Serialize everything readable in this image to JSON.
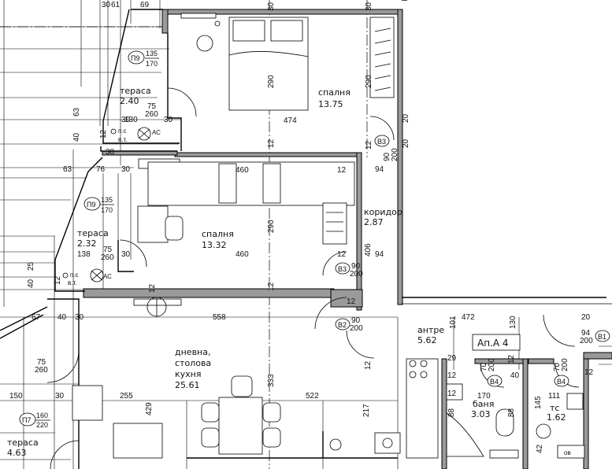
{
  "rooms": {
    "bedroom_top": {
      "name": "спалня",
      "area": "13.75"
    },
    "bedroom_mid": {
      "name": "спалня",
      "area": "13.32"
    },
    "corridor": {
      "name": "коридор",
      "area": "2.87"
    },
    "living": {
      "name_1": "дневна,",
      "name_2": "столова",
      "name_3": "кухня",
      "area": "25.61"
    },
    "entrance": {
      "name": "антре",
      "area": "5.62"
    },
    "bathroom": {
      "name": "баня",
      "area": "3.03"
    },
    "wc": {
      "name": "тс",
      "area": "1.62"
    },
    "terrace_1": {
      "name": "тераса",
      "area": "2.40"
    },
    "terrace_2": {
      "name": "тераса",
      "area": "2.32"
    },
    "terrace_3": {
      "name": "тераса",
      "area": "4.63"
    }
  },
  "apartment_label": "Ап.А 4",
  "door_tags": {
    "p9_top": {
      "id": "П9",
      "w": "135",
      "h": "170"
    },
    "p9_mid": {
      "id": "П9",
      "w": "135",
      "h": "170"
    },
    "p7": {
      "id": "П7",
      "w": "160",
      "h": "220"
    },
    "v3_top": "В3",
    "v3_mid": "В3",
    "v2": "В2",
    "v4_a": "В4",
    "v4_b": "В4",
    "v1": "В1"
  },
  "vent_labels": {
    "ps": "п.с",
    "ac": "АС",
    "vt": "в.т.",
    "ov": "ов"
  },
  "dimensions": {
    "d61": "61",
    "d69": "69",
    "d30a": "30",
    "d30b": "30",
    "d290a": "290",
    "d290b": "290",
    "d474": "474",
    "d460a": "460",
    "d460b": "460",
    "d290c": "290",
    "d12a": "12",
    "d12b": "12",
    "d12c": "12",
    "d12d": "12",
    "d12e": "12",
    "d12f": "12",
    "d12g": "12",
    "d63a": "63",
    "d63b": "63",
    "d40a": "40",
    "d40b": "40",
    "d38": "38",
    "d76": "76",
    "d30c": "30",
    "d30d": "30",
    "d130": "130",
    "d75a": "75",
    "d260a": "260",
    "d30e": "30",
    "d138": "138",
    "d75b": "75",
    "d260b": "260",
    "d30f": "30",
    "d25": "25",
    "d40c": "40",
    "d94a": "94",
    "d94b": "94",
    "d406": "406",
    "d90a": "90",
    "d200a": "200",
    "d90b": "90",
    "d200b": "200",
    "d90c": "90",
    "d200c": "200",
    "d558": "558",
    "d67": "67",
    "d40d": "40",
    "d30g": "30",
    "d472": "472",
    "d101": "101",
    "d130b": "130",
    "d94c": "94",
    "d200d": "200",
    "d75c": "75",
    "d260c": "260",
    "d150": "150",
    "d30h": "30",
    "d255": "255",
    "d429": "429",
    "d333": "333",
    "d522": "522",
    "d217": "217",
    "d29": "29",
    "d70a": "70",
    "d200e": "200",
    "d12h": "12",
    "d70b": "70",
    "d200f": "200",
    "d12i": "12",
    "d170": "170",
    "d40e": "40",
    "d111": "111",
    "d88a": "88",
    "d88b": "88",
    "d145": "145",
    "d42": "42",
    "d12j": "12",
    "d12k": "12",
    "d12l": "12",
    "d12m": "12",
    "d20a": "20",
    "d20b": "20",
    "d20c": "20",
    "d30i": "30",
    "d12n": "12"
  },
  "colors": {
    "line": "#000000",
    "wall_fill": "#9a9a9a",
    "background": "#ffffff"
  }
}
